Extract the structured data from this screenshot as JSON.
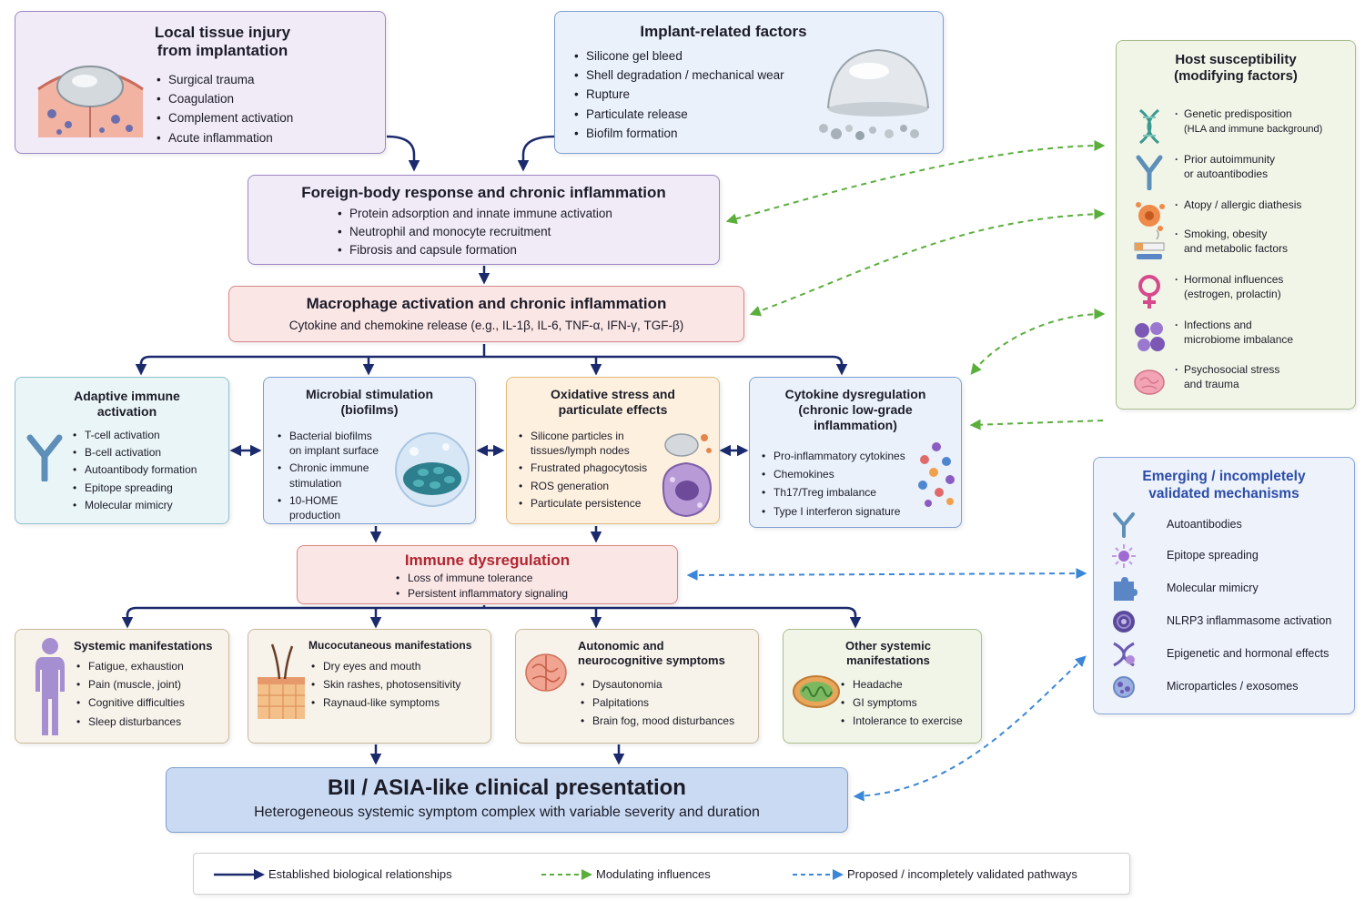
{
  "boxes": {
    "local_injury": {
      "title_line1": "Local tissue injury",
      "title_line2": "from implantation",
      "items": [
        "Surgical trauma",
        "Coagulation",
        "Complement activation",
        "Acute inflammation"
      ]
    },
    "implant_factors": {
      "title": "Implant-related factors",
      "items": [
        "Silicone gel bleed",
        "Shell degradation / mechanical wear",
        "Rupture",
        "Particulate release",
        "Biofilm formation"
      ]
    },
    "foreign_body": {
      "title": "Foreign-body response and chronic inflammation",
      "items": [
        "Protein adsorption and innate immune activation",
        "Neutrophil and monocyte recruitment",
        "Fibrosis and capsule formation"
      ]
    },
    "macrophage": {
      "title": "Macrophage activation and chronic inflammation",
      "subtitle": "Cytokine and chemokine release (e.g., IL-1β, IL-6, TNF-α, IFN-γ, TGF-β)"
    },
    "adaptive": {
      "title_line1": "Adaptive immune",
      "title_line2": "activation",
      "items": [
        "T-cell activation",
        "B-cell activation",
        "Autoantibody formation",
        "Epitope spreading",
        "Molecular mimicry"
      ]
    },
    "microbial": {
      "title_line1": "Microbial stimulation",
      "title_line2": "(biofilms)",
      "items": [
        "Bacterial biofilms on implant surface",
        "Chronic immune stimulation",
        "10-HOME production"
      ]
    },
    "oxidative": {
      "title_line1": "Oxidative stress and",
      "title_line2": "particulate effects",
      "items": [
        "Silicone particles in tissues/lymph nodes",
        "Frustrated phagocytosis",
        "ROS generation",
        "Particulate persistence"
      ]
    },
    "cytokine": {
      "title_line1": "Cytokine dysregulation",
      "title_line2": "(chronic low-grade",
      "title_line3": "inflammation)",
      "items": [
        "Pro-inflammatory cytokines",
        "Chemokines",
        "Th17/Treg imbalance",
        "Type I interferon signature"
      ]
    },
    "immune_dys": {
      "title": "Immune dysregulation",
      "items": [
        "Loss of immune tolerance",
        "Persistent inflammatory signaling"
      ]
    },
    "systemic": {
      "title": "Systemic manifestations",
      "items": [
        "Fatigue, exhaustion",
        "Pain (muscle, joint)",
        "Cognitive difficulties",
        "Sleep disturbances"
      ]
    },
    "mucocutaneous": {
      "title": "Mucocutaneous manifestations",
      "items": [
        "Dry eyes and mouth",
        "Skin rashes, photosensitivity",
        "Raynaud-like symptoms"
      ]
    },
    "autonomic": {
      "title_line1": "Autonomic and",
      "title_line2": "neurocognitive symptoms",
      "items": [
        "Dysautonomia",
        "Palpitations",
        "Brain fog, mood disturbances"
      ]
    },
    "other_systemic": {
      "title_line1": "Other systemic",
      "title_line2": "manifestations",
      "items": [
        "Headache",
        "GI symptoms",
        "Intolerance to exercise"
      ]
    },
    "final": {
      "title": "BII / ASIA-like clinical presentation",
      "subtitle": "Heterogeneous systemic symptom complex with variable severity and duration"
    }
  },
  "host": {
    "title_line1": "Host susceptibility",
    "title_line2": "(modifying factors)",
    "items": [
      {
        "line1": "Genetic predisposition",
        "line2": "(HLA and immune background)",
        "icon": "dna-icon"
      },
      {
        "line1": "Prior autoimmunity",
        "line2": "or autoantibodies",
        "icon": "antibody-icon"
      },
      {
        "line1": "Atopy / allergic diathesis",
        "line2": "",
        "icon": "mast-cell-icon"
      },
      {
        "line1": "Smoking, obesity",
        "line2": "and metabolic factors",
        "icon": "cigarette-icon"
      },
      {
        "line1": "Hormonal influences",
        "line2": "(estrogen, prolactin)",
        "icon": "female-symbol-icon"
      },
      {
        "line1": "Infections and",
        "line2": "microbiome imbalance",
        "icon": "microbe-icon"
      },
      {
        "line1": "Psychosocial stress",
        "line2": "and trauma",
        "icon": "brain-icon"
      }
    ]
  },
  "emerging": {
    "title_line1": "Emerging / incompletely",
    "title_line2": "validated mechanisms",
    "items": [
      {
        "label": "Autoantibodies",
        "icon": "antibody-icon"
      },
      {
        "label": "Epitope spreading",
        "icon": "spread-icon"
      },
      {
        "label": "Molecular mimicry",
        "icon": "puzzle-icon"
      },
      {
        "label": "NLRP3 inflammasome activation",
        "icon": "inflammasome-icon"
      },
      {
        "label": "Epigenetic and hormonal effects",
        "icon": "dna-icon"
      },
      {
        "label": "Microparticles / exosomes",
        "icon": "exosome-icon"
      }
    ]
  },
  "legend": {
    "established": "Established biological relationships",
    "modulating": "Modulating influences",
    "proposed": "Proposed / incompletely validated pathways"
  },
  "colors": {
    "established": "#1a2a6c",
    "modulating": "#5aae3c",
    "proposed": "#3a86d8",
    "emerging_title": "#2c4da8",
    "immune_title": "#b1262f"
  }
}
